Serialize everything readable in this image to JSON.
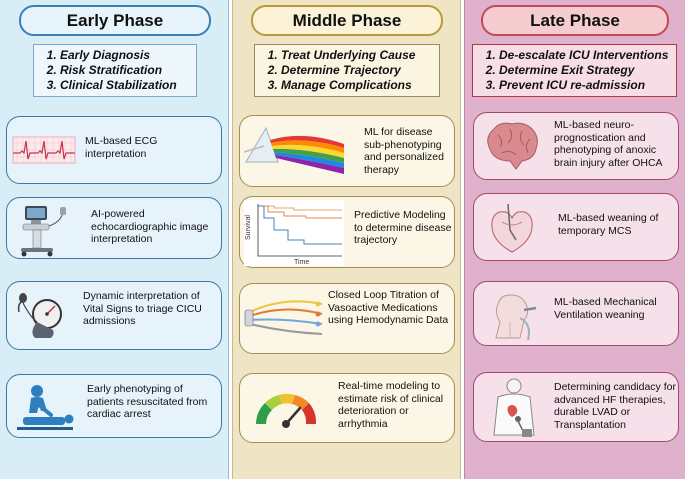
{
  "phases": {
    "early": {
      "title": "Early Phase",
      "goals": [
        "Early Diagnosis",
        "Risk Stratification",
        "Clinical Stabilization"
      ],
      "cards": [
        {
          "label": "ML-based ECG interpretation",
          "icon": "ecg-strip-icon"
        },
        {
          "label": "AI-powered echocardiographic image interpretation",
          "icon": "ultrasound-machine-icon"
        },
        {
          "label": "Dynamic interpretation of Vital Signs to triage CICU admissions",
          "icon": "blood-pressure-cuff-icon"
        },
        {
          "label": "Early phenotyping of patients resuscitated from cardiac arrest",
          "icon": "cpr-icon"
        }
      ]
    },
    "middle": {
      "title": "Middle Phase",
      "goals": [
        "Treat Underlying Cause",
        "Determine Trajectory",
        "Manage Complications"
      ],
      "cards": [
        {
          "label": "ML for disease sub-phenotyping and personalized therapy",
          "icon": "prism-spectrum-icon"
        },
        {
          "label": "Predictive Modeling to determine disease trajectory",
          "icon": "survival-curve-icon",
          "mini_chart": {
            "ylabel": "Survival",
            "xlabel": "Time"
          }
        },
        {
          "label": "Closed Loop Titration of Vasoactive Medications using Hemodynamic Data",
          "icon": "iv-lines-icon"
        },
        {
          "label": "Real-time modeling to estimate risk of clinical deterioration or arrhythmia",
          "icon": "risk-gauge-icon"
        }
      ]
    },
    "late": {
      "title": "Late Phase",
      "goals": [
        "De-escalate ICU Interventions",
        "Determine Exit Strategy",
        "Prevent ICU re-admission"
      ],
      "cards": [
        {
          "label": "ML-based neuro-prognostication and phenotyping of anoxic brain injury after OHCA",
          "icon": "brain-icon"
        },
        {
          "label": "ML-based weaning of temporary MCS",
          "icon": "heart-device-icon"
        },
        {
          "label": "ML-based Mechanical Ventilation weaning",
          "icon": "ventilated-patient-icon"
        },
        {
          "label": "Determining candidacy for advanced HF therapies, durable LVAD or Transplantation",
          "icon": "lvad-patient-icon"
        }
      ]
    }
  }
}
